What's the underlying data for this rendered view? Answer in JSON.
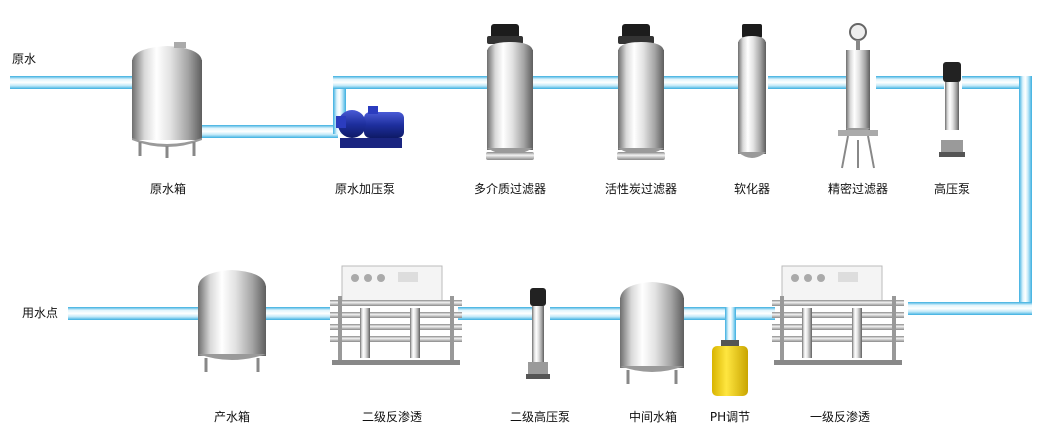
{
  "inlet_label": "原水",
  "outlet_label": "用水点",
  "equipment": {
    "raw_water_tank": "原水箱",
    "raw_water_pump": "原水加压泵",
    "multimedia_filter": "多介质过滤器",
    "carbon_filter": "活性炭过滤器",
    "softener": "软化器",
    "precision_filter": "精密过滤器",
    "high_pressure_pump": "高压泵",
    "ro_stage1": "一级反渗透",
    "ph_adjust": "PH调节",
    "intermediate_tank": "中间水箱",
    "stage2_pump": "二级高压泵",
    "ro_stage2": "二级反渗透",
    "product_tank": "产水箱"
  },
  "colors": {
    "pipe": "#9fdcf2",
    "pipe_edge": "#3aaee0",
    "steel_light": "#f0f0f0",
    "steel_dark": "#7d7d7d",
    "pump_blue": "#1e2f9e",
    "dosing_yellow": "#f4d000"
  }
}
